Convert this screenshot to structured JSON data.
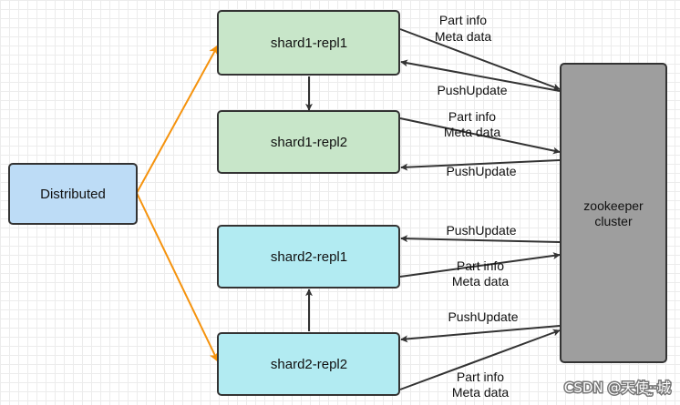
{
  "nodes": {
    "distributed": {
      "label": "Distributed",
      "fill": "#bddcf6"
    },
    "shard1_repl1": {
      "label": "shard1-repl1",
      "fill": "#c8e6c9"
    },
    "shard1_repl2": {
      "label": "shard1-repl2",
      "fill": "#c8e6c9"
    },
    "shard2_repl1": {
      "label": "shard2-repl1",
      "fill": "#b2ebf2"
    },
    "shard2_repl2": {
      "label": "shard2-repl2",
      "fill": "#b2ebf2"
    },
    "zookeeper": {
      "line1": "zookeeper",
      "line2": "cluster",
      "fill": "#9e9e9e"
    }
  },
  "edge_labels": {
    "part_info": "Part info",
    "meta_data": "Meta data",
    "push_update": "PushUpdate"
  },
  "colors": {
    "distribute_arrow": "#f5930e",
    "arrow": "#333333",
    "border": "#333333"
  },
  "watermark": "CSDN @天使·̫̫·城"
}
